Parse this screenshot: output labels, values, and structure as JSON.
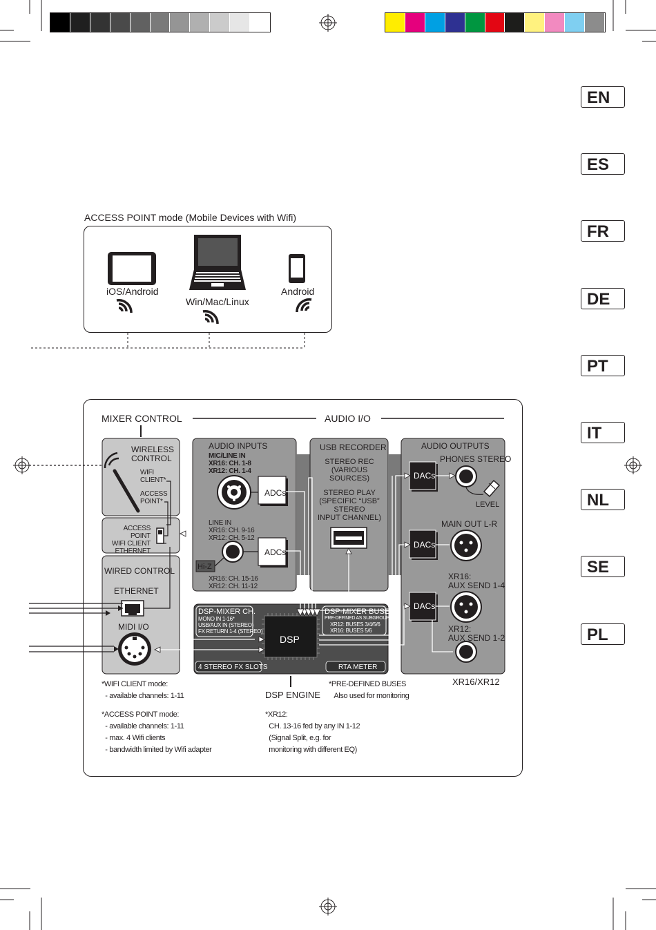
{
  "color_bar_left": [
    "#000000",
    "#1f1f1f",
    "#333333",
    "#4a4a4a",
    "#616161",
    "#7a7a7a",
    "#959595",
    "#b0b0b0",
    "#cbcbcb",
    "#e6e6e6",
    "#ffffff"
  ],
  "color_bar_right": [
    "#ffed00",
    "#e5007d",
    "#00a0e3",
    "#2e3192",
    "#009640",
    "#e30613",
    "#1d1d1b",
    "#fff27f",
    "#f28ac0",
    "#7fcff1",
    "#8c8c8c"
  ],
  "languages": [
    "EN",
    "ES",
    "FR",
    "DE",
    "PT",
    "IT",
    "NL",
    "SE",
    "PL"
  ],
  "access_point": {
    "title": "ACCESS POINT mode (Mobile Devices with Wifi)",
    "devices": [
      "iOS/Android",
      "Win/Mac/Linux",
      "Android"
    ]
  },
  "diagram": {
    "mixer_control": "MIXER CONTROL",
    "audio_io": "AUDIO I/O",
    "wireless_control": [
      "WIRELESS",
      "CONTROL"
    ],
    "wifi_client": [
      "WIFI",
      "CLIENT*"
    ],
    "access_point_label": [
      "ACCESS",
      "POINT*"
    ],
    "switch_labels": [
      "ACCESS POINT",
      "WIFI CLIENT",
      "ETHERNET"
    ],
    "wired_control": "WIRED CONTROL",
    "ethernet": "ETHERNET",
    "midi_io": "MIDI I/O",
    "audio_inputs": "AUDIO INPUTS",
    "mic_line_in": [
      "MIC/LINE IN",
      "XR16: CH. 1-8",
      "XR12: CH. 1-4"
    ],
    "adcs": "ADCs",
    "line_in": [
      "LINE IN",
      "XR16: CH. 9-16",
      "XR12: CH. 5-12"
    ],
    "hi_z": "Hi-Z",
    "line_in_2": [
      "XR16: CH. 15-16",
      "XR12: CH. 11-12"
    ],
    "usb_recorder": "USB RECORDER",
    "stereo_rec": [
      "STEREO REC",
      "(VARIOUS SOURCES)"
    ],
    "stereo_play": [
      "STEREO PLAY",
      "(SPECIFIC “USB”",
      "STEREO",
      "INPUT CHANNEL)"
    ],
    "audio_outputs": "AUDIO OUTPUTS",
    "dacs": "DACs",
    "phones_stereo": "PHONES STEREO",
    "level": "LEVEL",
    "main_out": "MAIN OUT L-R",
    "aux_send_xr16": [
      "XR16:",
      "AUX SEND 1-4"
    ],
    "aux_send_xr12": [
      "XR12:",
      "AUX SEND 1-2"
    ],
    "dsp_mixer_ch": [
      "DSP-MIXER CH.",
      "MONO IN 1-16*",
      "USB/AUX IN (STEREO)",
      "FX RETURN 1-4 (STEREO)"
    ],
    "dsp": "DSP",
    "dsp_mixer_buses": [
      "DSP-MIXER BUSES",
      "PRE-DEFINED AS SUBGROUPS*",
      "XR12: BUSES 3/4/5/6",
      "XR16: BUSES 5/6"
    ],
    "fx_slots": "4 STEREO FX SLOTS",
    "rta_meter": "RTA METER",
    "dsp_engine": "DSP ENGINE",
    "model": "XR16/XR12",
    "note_wifi_client": "*WIFI CLIENT mode:\n  - available channels: 1-11",
    "note_access_point": "*ACCESS POINT mode:\n  - available channels: 1-11\n  - max. 4 Wifi clients\n  - bandwidth limited by Wifi adapter",
    "note_buses": "*PRE-DEFINED BUSES\n   Also used for monitoring",
    "note_xr12": "*XR12:\n  CH. 13-16 fed by any IN 1-12\n  (Signal Split, e.g. for\n  monitoring with different EQ)"
  }
}
